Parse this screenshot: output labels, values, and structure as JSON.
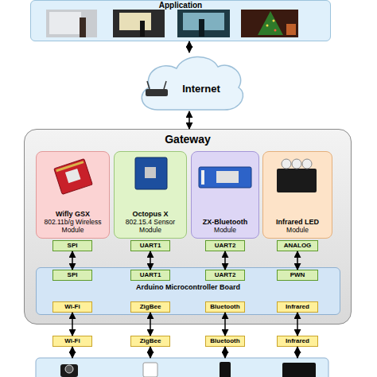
{
  "diagram": {
    "nodes": [
      {
        "text": [
          "Application"
        ]
      },
      {
        "text": [
          "Internet"
        ]
      },
      {
        "text": [
          "Gateway"
        ]
      },
      {
        "text": [
          "Wifly GSX",
          "802.11b/g Wireless Module"
        ],
        "in": 2
      },
      {
        "text": [
          "Octopus X",
          "802.15.4 Sensor Module"
        ],
        "in": 2
      },
      {
        "text": [
          "ZX-Bluetooth",
          "Module"
        ],
        "in": 2
      },
      {
        "text": [
          "Infrared LED",
          "Module"
        ],
        "in": 2
      },
      {
        "text": [
          "SPI"
        ],
        "in": 2
      },
      {
        "text": [
          "UART1"
        ],
        "in": 2
      },
      {
        "text": [
          "UART2"
        ],
        "in": 2
      },
      {
        "text": [
          "ANALOG"
        ],
        "in": 2
      },
      {
        "text": [
          "Arduino Microcontroller Board"
        ],
        "in": 2
      },
      {
        "text": [
          "SPI"
        ],
        "in": 11
      },
      {
        "text": [
          "UART1"
        ],
        "in": 11
      },
      {
        "text": [
          "UART2"
        ],
        "in": 11
      },
      {
        "text": [
          "PWN"
        ],
        "in": 11
      },
      {
        "text": [
          "Wi-Fi"
        ],
        "in": 11
      },
      {
        "text": [
          "ZigBee"
        ],
        "in": 11
      },
      {
        "text": [
          "Bluetooth"
        ],
        "in": 11
      },
      {
        "text": [
          "Infrared"
        ],
        "in": 11
      },
      {
        "text": [
          "Wi-Fi"
        ]
      },
      {
        "text": [
          "ZigBee"
        ]
      },
      {
        "text": [
          "Bluetooth"
        ]
      },
      {
        "text": [
          "Infrared"
        ]
      }
    ],
    "edges": [
      {
        "from": 0,
        "to": 1,
        "arrow": "both"
      },
      {
        "from": 1,
        "to": 2,
        "arrow": "both"
      },
      {
        "from": 7,
        "to": 12,
        "arrow": "both"
      },
      {
        "from": 8,
        "to": 13,
        "arrow": "both"
      },
      {
        "from": 9,
        "to": 14,
        "arrow": "both"
      },
      {
        "from": 10,
        "to": 15,
        "arrow": "both"
      },
      {
        "from": 16,
        "to": 20,
        "arrow": "both"
      },
      {
        "from": 17,
        "to": 21,
        "arrow": "both"
      },
      {
        "from": 18,
        "to": 22,
        "arrow": "both"
      },
      {
        "from": 19,
        "to": 23,
        "arrow": "both"
      }
    ]
  }
}
